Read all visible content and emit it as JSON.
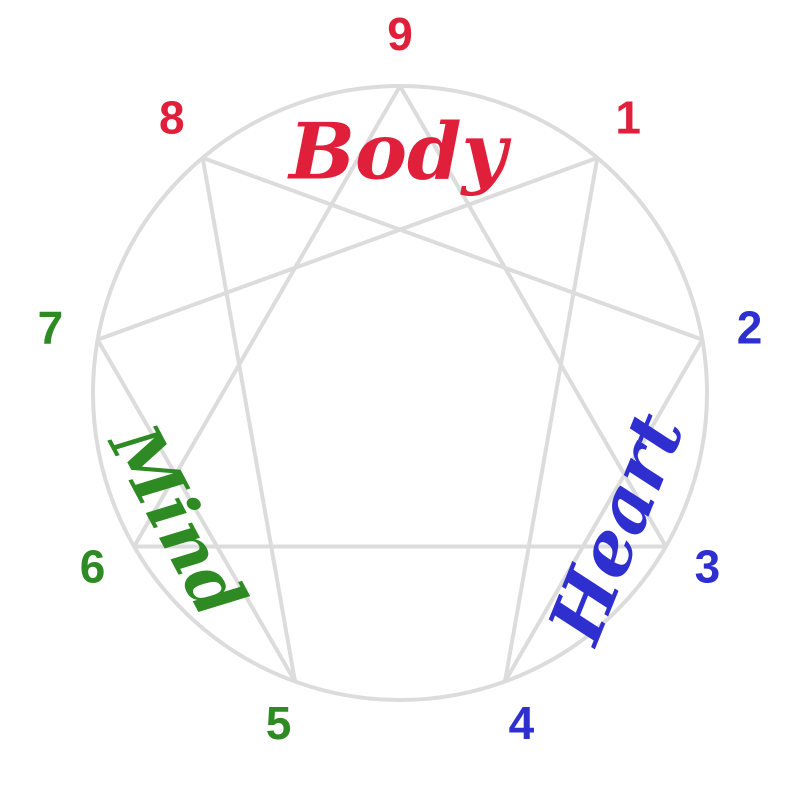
{
  "colors": {
    "body": "#e0203a",
    "heart": "#2f2fcf",
    "mind": "#2e8b24",
    "lines": "#dcdcdc"
  },
  "points": [
    {
      "label": "1",
      "center": "body"
    },
    {
      "label": "2",
      "center": "heart"
    },
    {
      "label": "3",
      "center": "heart"
    },
    {
      "label": "4",
      "center": "heart"
    },
    {
      "label": "5",
      "center": "mind"
    },
    {
      "label": "6",
      "center": "mind"
    },
    {
      "label": "7",
      "center": "mind"
    },
    {
      "label": "8",
      "center": "body"
    },
    {
      "label": "9",
      "center": "body"
    }
  ],
  "centers": {
    "body": "Body",
    "heart": "Heart",
    "mind": "Mind"
  },
  "connections": {
    "triangle": [
      "9",
      "3",
      "6"
    ],
    "hexad": [
      "1",
      "4",
      "2",
      "8",
      "5",
      "7"
    ]
  }
}
